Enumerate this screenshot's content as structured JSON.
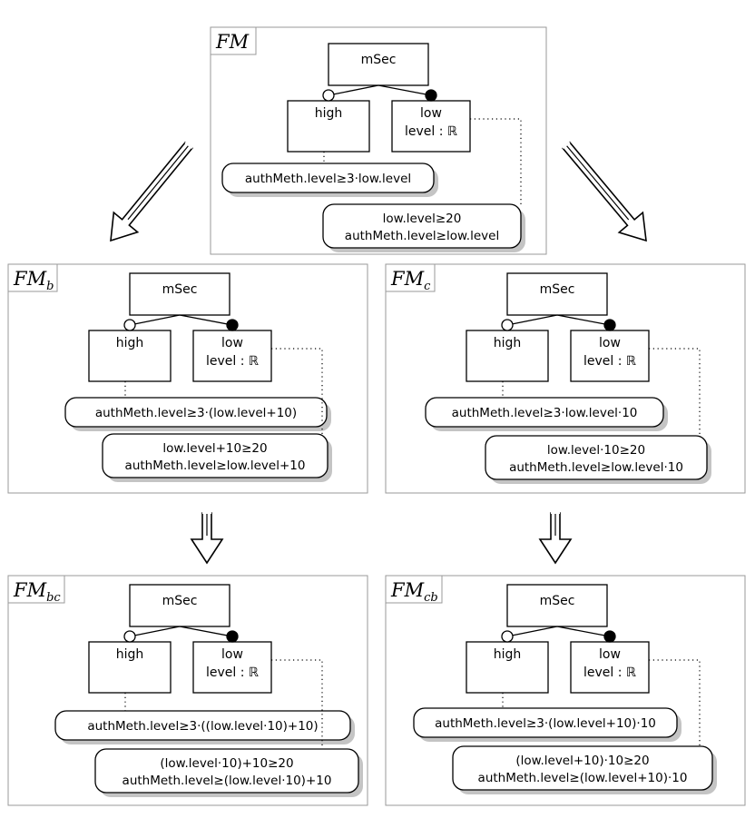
{
  "panels": [
    {
      "id": "fm",
      "title": "FM",
      "subscript": "",
      "root": "mSec",
      "child_high": "high",
      "child_low": "low",
      "low_attr": "level : ℝ",
      "constraint_high": "authMeth.level≥3·low.level",
      "constraint_low": [
        "low.level≥20",
        "authMeth.level≥low.level"
      ]
    },
    {
      "id": "fmb",
      "title": "FM",
      "subscript": "b",
      "root": "mSec",
      "child_high": "high",
      "child_low": "low",
      "low_attr": "level : ℝ",
      "constraint_high": "authMeth.level≥3·(low.level+10)",
      "constraint_low": [
        "low.level+10≥20",
        "authMeth.level≥low.level+10"
      ]
    },
    {
      "id": "fmc",
      "title": "FM",
      "subscript": "c",
      "root": "mSec",
      "child_high": "high",
      "child_low": "low",
      "low_attr": "level : ℝ",
      "constraint_high": "authMeth.level≥3·low.level·10",
      "constraint_low": [
        "low.level·10≥20",
        "authMeth.level≥low.level·10"
      ]
    },
    {
      "id": "fmbc",
      "title": "FM",
      "subscript": "bc",
      "root": "mSec",
      "child_high": "high",
      "child_low": "low",
      "low_attr": "level : ℝ",
      "constraint_high": "authMeth.level≥3·((low.level·10)+10)",
      "constraint_low": [
        "(low.level·10)+10≥20",
        "authMeth.level≥(low.level·10)+10"
      ]
    },
    {
      "id": "fmcb",
      "title": "FM",
      "subscript": "cb",
      "root": "mSec",
      "child_high": "high",
      "child_low": "low",
      "low_attr": "level : ℝ",
      "constraint_high": "authMeth.level≥3·(low.level+10)·10",
      "constraint_low": [
        "(low.level+10)·10≥20",
        "authMeth.level≥(low.level+10)·10"
      ]
    }
  ],
  "arrows": [
    {
      "from": "fm",
      "to": "fmb",
      "style": "diagonal-double"
    },
    {
      "from": "fm",
      "to": "fmc",
      "style": "diagonal-double"
    },
    {
      "from": "fmb",
      "to": "fmbc",
      "style": "vertical-double"
    },
    {
      "from": "fmc",
      "to": "fmcb",
      "style": "vertical-double"
    }
  ],
  "colors": {
    "line": "#000000",
    "panel_border": "#9a9a9a",
    "shadow": "#c4c4c4"
  }
}
